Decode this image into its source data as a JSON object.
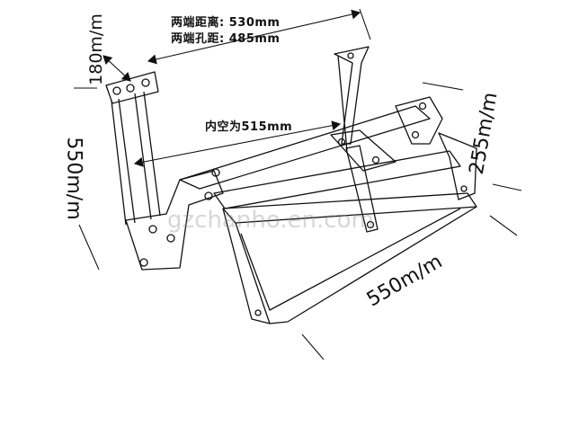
{
  "annotations": {
    "end_distance": "两端距离: 530mm",
    "end_hole_distance": "两端孔距: 485mm",
    "inner_space": "内空为515mm"
  },
  "dimensions": {
    "top_left": "180m/m",
    "left_height": "550m/m",
    "right_height": "255m/m",
    "bottom_length": "550m/m"
  },
  "watermark": "gzchanho.en.com",
  "colors": {
    "line": "#111111",
    "background": "#ffffff",
    "watermark": "#8c8c8c"
  }
}
